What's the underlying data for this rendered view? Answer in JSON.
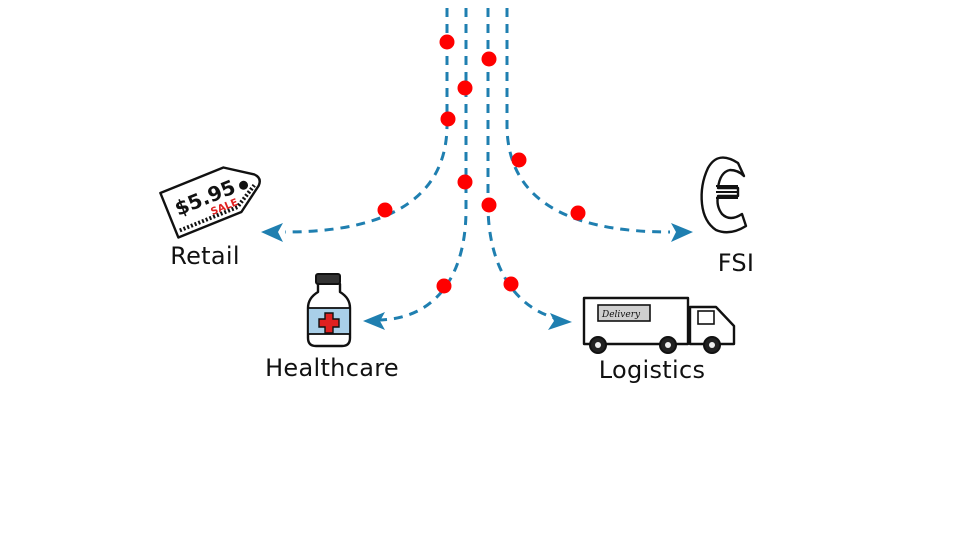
{
  "diagram": {
    "colors": {
      "flow_line": "#1f7fb0",
      "dot": "#ff0000",
      "truck_body": "#a9cfe8",
      "truck_cab": "#cfcfcf",
      "bottle_label": "#a9cfe8",
      "cross": "#e02020",
      "sale_text": "#e02020"
    },
    "branches": [
      {
        "id": "retail",
        "label": "Retail",
        "icon": "price-tag-icon",
        "tag_price": "$5.95",
        "tag_sale": "SALE"
      },
      {
        "id": "healthcare",
        "label": "Healthcare",
        "icon": "medicine-bottle-icon"
      },
      {
        "id": "logistics",
        "label": "Logistics",
        "icon": "delivery-truck-icon",
        "truck_sign": "Delivery"
      },
      {
        "id": "fsi",
        "label": "FSI",
        "icon": "euro-icon"
      }
    ]
  }
}
